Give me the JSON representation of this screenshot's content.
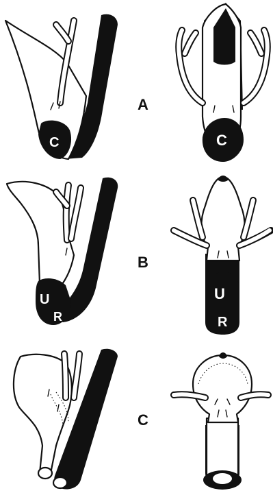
{
  "rows": [
    {
      "label": "A",
      "side_label": "C",
      "front_label": "C"
    },
    {
      "label": "B",
      "side_labels": [
        "U",
        "R"
      ],
      "front_labels": [
        "U",
        "R"
      ]
    },
    {
      "label": "C"
    }
  ]
}
